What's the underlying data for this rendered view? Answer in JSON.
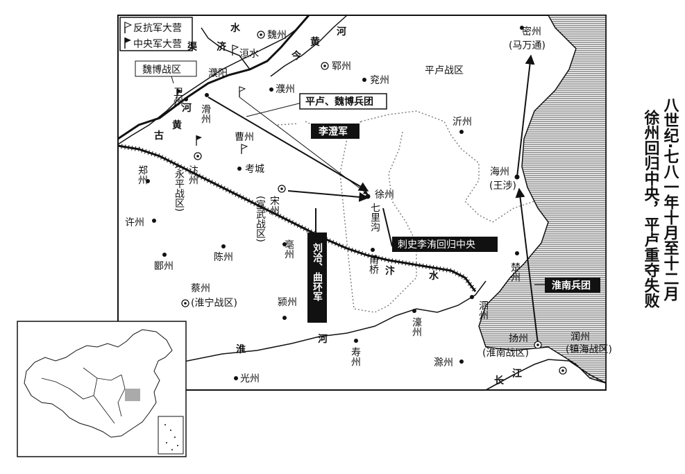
{
  "legend": {
    "rebel_camp": "反抗军大营",
    "central_camp": "中央军大营"
  },
  "title": {
    "line1": "八世纪·七八一年十月至十二月",
    "line2": "徐州回归中央，平卢重夺失败"
  },
  "zones": {
    "weibo": "魏博战区",
    "pinglu": "平卢战区"
  },
  "callouts": {
    "pinglu_weibo": "平卢、魏博兵团",
    "li_chengjun": "李澄军",
    "li_wei": "刺史李洧回归中央",
    "liu_qu": "刘洽、曲环军",
    "huainan": "淮南兵团"
  },
  "rivers": {
    "ji_1": "济",
    "ji_2": "水",
    "jin_1": "今",
    "jin_2": "黄",
    "jin_3": "河",
    "gu_1": "古",
    "gu_2": "黄",
    "gu_3": "河",
    "qu": "渠",
    "huan": "洹水",
    "bian_1": "汴",
    "bian_2": "水",
    "huai_1": "淮",
    "huai_2": "河",
    "chang_1": "长",
    "chang_2": "江"
  },
  "places": {
    "weizhou": "魏州",
    "yunzhou": "郓州",
    "yanzhou": "兖州",
    "puyang": "濮阳",
    "puzhou": "濮州",
    "weizhou2": "卫州",
    "huazhou": "滑州",
    "caozhou": "曹州",
    "kaocheng": "考城",
    "yizhou": "沂州",
    "mizhou": "密州",
    "ma_wantong": "(马万通)",
    "haizhou": "海州",
    "wang_she": "(王涉)",
    "xuzhou": "徐州",
    "qiligou": "七里沟",
    "zhengzhou": "郑州",
    "bianzhou": "汴州",
    "yongping": "(永平战区)",
    "songzhou": "宋州",
    "xuanwu": "(宣武战区)",
    "xuzhou2": "许州",
    "yanzhou2": "郾州",
    "chenzhou": "陈州",
    "bozhou": "亳州",
    "caizhou": "蔡州",
    "huaining": "(淮宁战区)",
    "yingzhou": "颍州",
    "yongqiao": "甬桥",
    "chuzhou": "楚州",
    "sizhou": "泗州",
    "haozhou": "濠州",
    "shouzhou": "寿州",
    "chuzhou2": "滁州",
    "yangzhou": "扬州",
    "huainan_zone": "(淮南战区)",
    "runzhou": "润州",
    "zhenhai": "(镇海战区)",
    "guangzhou": "光州"
  }
}
